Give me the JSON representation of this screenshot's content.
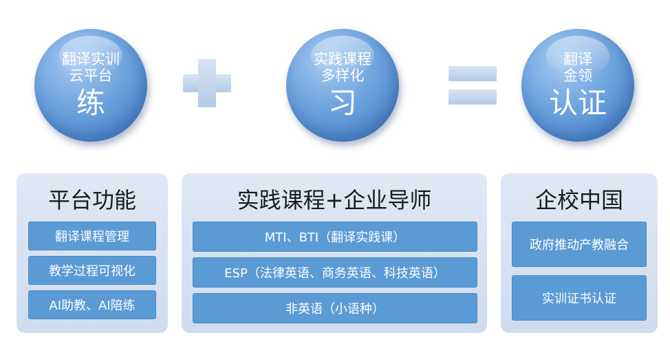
{
  "circles": [
    {
      "small": [
        "翻译实训",
        "云平台"
      ],
      "big": "练"
    },
    {
      "small": [
        "实践课程",
        "多样化"
      ],
      "big": "习"
    },
    {
      "small": [
        "翻译",
        "金领"
      ],
      "big": "认证"
    }
  ],
  "panels": [
    {
      "title": "平台功能",
      "items": [
        "翻译课程管理",
        "教学过程可视化",
        "AI助教、AI陪练"
      ]
    },
    {
      "title": "实践课程+企业导师",
      "items": [
        "MTI、BTI（翻译实践课）",
        "ESP（法律英语、商务英语、科技英语）",
        "非英语（小语种）"
      ]
    },
    {
      "title": "企校中国",
      "items": [
        "政府推动产教融合",
        "实训证书认证"
      ]
    }
  ]
}
